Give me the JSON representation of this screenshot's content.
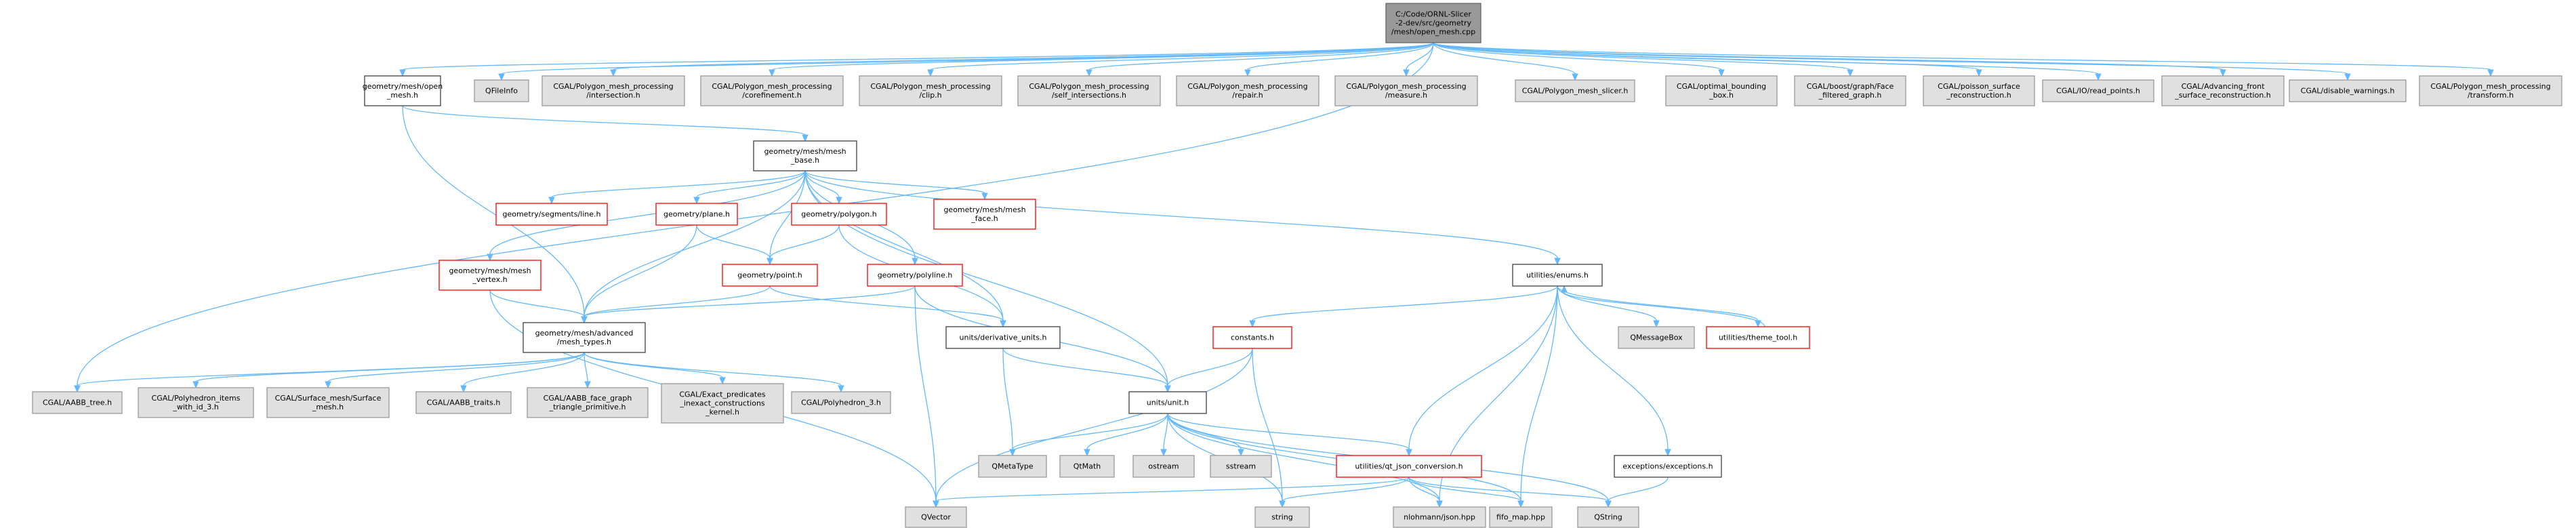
{
  "graph": {
    "nodes": [
      {
        "id": "root",
        "kind": "root",
        "lines": [
          "C:/Code/ORNL-Slicer",
          "-2-dev/src/geometry",
          "/mesh/open_mesh.cpp"
        ]
      },
      {
        "id": "open_mesh",
        "kind": "local",
        "lines": [
          "geometry/mesh/open",
          "_mesh.h"
        ]
      },
      {
        "id": "qfileinfo",
        "kind": "ext",
        "lines": [
          "QFileInfo"
        ]
      },
      {
        "id": "pmp_intersection",
        "kind": "ext",
        "lines": [
          "CGAL/Polygon_mesh_processing",
          "/intersection.h"
        ]
      },
      {
        "id": "pmp_corefinement",
        "kind": "ext",
        "lines": [
          "CGAL/Polygon_mesh_processing",
          "/corefinement.h"
        ]
      },
      {
        "id": "pmp_clip",
        "kind": "ext",
        "lines": [
          "CGAL/Polygon_mesh_processing",
          "/clip.h"
        ]
      },
      {
        "id": "pmp_selfint",
        "kind": "ext",
        "lines": [
          "CGAL/Polygon_mesh_processing",
          "/self_intersections.h"
        ]
      },
      {
        "id": "pmp_repair",
        "kind": "ext",
        "lines": [
          "CGAL/Polygon_mesh_processing",
          "/repair.h"
        ]
      },
      {
        "id": "pmp_measure",
        "kind": "ext",
        "lines": [
          "CGAL/Polygon_mesh_processing",
          "/measure.h"
        ]
      },
      {
        "id": "slicer",
        "kind": "ext",
        "lines": [
          "CGAL/Polygon_mesh_slicer.h"
        ]
      },
      {
        "id": "optimal_bb",
        "kind": "ext",
        "lines": [
          "CGAL/optimal_bounding",
          "_box.h"
        ]
      },
      {
        "id": "face_filtered",
        "kind": "ext",
        "lines": [
          "CGAL/boost/graph/Face",
          "_filtered_graph.h"
        ]
      },
      {
        "id": "poisson",
        "kind": "ext",
        "lines": [
          "CGAL/poisson_surface",
          "_reconstruction.h"
        ]
      },
      {
        "id": "read_points",
        "kind": "ext",
        "lines": [
          "CGAL/IO/read_points.h"
        ]
      },
      {
        "id": "advancing",
        "kind": "ext",
        "lines": [
          "CGAL/Advancing_front",
          "_surface_reconstruction.h"
        ]
      },
      {
        "id": "disable_warnings",
        "kind": "ext",
        "lines": [
          "CGAL/disable_warnings.h"
        ]
      },
      {
        "id": "pmp_transform",
        "kind": "ext",
        "lines": [
          "CGAL/Polygon_mesh_processing",
          "/transform.h"
        ]
      },
      {
        "id": "mesh_base",
        "kind": "local",
        "lines": [
          "geometry/mesh/mesh",
          "_base.h"
        ]
      },
      {
        "id": "segments_line",
        "kind": "red",
        "lines": [
          "geometry/segments/line.h"
        ]
      },
      {
        "id": "plane",
        "kind": "red",
        "lines": [
          "geometry/plane.h"
        ]
      },
      {
        "id": "polygon",
        "kind": "red",
        "lines": [
          "geometry/polygon.h"
        ]
      },
      {
        "id": "mesh_face",
        "kind": "red",
        "lines": [
          "geometry/mesh/mesh",
          "_face.h"
        ]
      },
      {
        "id": "mesh_vertex",
        "kind": "red",
        "lines": [
          "geometry/mesh/mesh",
          "_vertex.h"
        ]
      },
      {
        "id": "point",
        "kind": "red",
        "lines": [
          "geometry/point.h"
        ]
      },
      {
        "id": "polyline",
        "kind": "red",
        "lines": [
          "geometry/polyline.h"
        ]
      },
      {
        "id": "enums",
        "kind": "local",
        "lines": [
          "utilities/enums.h"
        ]
      },
      {
        "id": "advanced_mesh_types",
        "kind": "local",
        "lines": [
          "geometry/mesh/advanced",
          "/mesh_types.h"
        ]
      },
      {
        "id": "derivative_units",
        "kind": "local",
        "lines": [
          "units/derivative_units.h"
        ]
      },
      {
        "id": "constants",
        "kind": "red",
        "lines": [
          "constants.h"
        ]
      },
      {
        "id": "qmessagebox",
        "kind": "ext",
        "lines": [
          "QMessageBox"
        ]
      },
      {
        "id": "theme_tool",
        "kind": "red",
        "lines": [
          "utilities/theme_tool.h"
        ]
      },
      {
        "id": "aabb_tree",
        "kind": "ext",
        "lines": [
          "CGAL/AABB_tree.h"
        ]
      },
      {
        "id": "polyhedron_items",
        "kind": "ext",
        "lines": [
          "CGAL/Polyhedron_items",
          "_with_id_3.h"
        ]
      },
      {
        "id": "surface_mesh",
        "kind": "ext",
        "lines": [
          "CGAL/Surface_mesh/Surface",
          "_mesh.h"
        ]
      },
      {
        "id": "aabb_traits",
        "kind": "ext",
        "lines": [
          "CGAL/AABB_traits.h"
        ]
      },
      {
        "id": "aabb_face_graph",
        "kind": "ext",
        "lines": [
          "CGAL/AABB_face_graph",
          "_triangle_primitive.h"
        ]
      },
      {
        "id": "exact_predicates",
        "kind": "ext",
        "lines": [
          "CGAL/Exact_predicates",
          "_inexact_constructions",
          "_kernel.h"
        ]
      },
      {
        "id": "polyhedron_3",
        "kind": "ext",
        "lines": [
          "CGAL/Polyhedron_3.h"
        ]
      },
      {
        "id": "unit",
        "kind": "local",
        "lines": [
          "units/unit.h"
        ]
      },
      {
        "id": "qmetatype",
        "kind": "ext",
        "lines": [
          "QMetaType"
        ]
      },
      {
        "id": "qtmath",
        "kind": "ext",
        "lines": [
          "QtMath"
        ]
      },
      {
        "id": "ostream",
        "kind": "ext",
        "lines": [
          "ostream"
        ]
      },
      {
        "id": "sstream",
        "kind": "ext",
        "lines": [
          "sstream"
        ]
      },
      {
        "id": "qt_json",
        "kind": "red",
        "lines": [
          "utilities/qt_json_conversion.h"
        ]
      },
      {
        "id": "exceptions",
        "kind": "local",
        "lines": [
          "exceptions/exceptions.h"
        ]
      },
      {
        "id": "qvector",
        "kind": "ext",
        "lines": [
          "QVector"
        ]
      },
      {
        "id": "string",
        "kind": "ext",
        "lines": [
          "string"
        ]
      },
      {
        "id": "json_hpp",
        "kind": "ext",
        "lines": [
          "nlohmann/json.hpp"
        ]
      },
      {
        "id": "fifo_map",
        "kind": "ext",
        "lines": [
          "fifo_map.hpp"
        ]
      },
      {
        "id": "qstring",
        "kind": "ext",
        "lines": [
          "QString"
        ]
      }
    ],
    "edges": [
      [
        "root",
        "open_mesh"
      ],
      [
        "root",
        "qfileinfo"
      ],
      [
        "root",
        "pmp_intersection"
      ],
      [
        "root",
        "pmp_corefinement"
      ],
      [
        "root",
        "pmp_clip"
      ],
      [
        "root",
        "pmp_selfint"
      ],
      [
        "root",
        "pmp_repair"
      ],
      [
        "root",
        "pmp_measure"
      ],
      [
        "root",
        "slicer"
      ],
      [
        "root",
        "optimal_bb"
      ],
      [
        "root",
        "face_filtered"
      ],
      [
        "root",
        "poisson"
      ],
      [
        "root",
        "read_points"
      ],
      [
        "root",
        "advancing"
      ],
      [
        "root",
        "disable_warnings"
      ],
      [
        "root",
        "pmp_transform"
      ],
      [
        "root",
        "aabb_tree"
      ],
      [
        "open_mesh",
        "mesh_base"
      ],
      [
        "open_mesh",
        "advanced_mesh_types"
      ],
      [
        "mesh_base",
        "segments_line"
      ],
      [
        "mesh_base",
        "plane"
      ],
      [
        "mesh_base",
        "polygon"
      ],
      [
        "mesh_base",
        "mesh_face"
      ],
      [
        "mesh_base",
        "mesh_vertex"
      ],
      [
        "mesh_base",
        "point"
      ],
      [
        "mesh_base",
        "polyline"
      ],
      [
        "mesh_base",
        "enums"
      ],
      [
        "mesh_base",
        "advanced_mesh_types"
      ],
      [
        "mesh_base",
        "derivative_units"
      ],
      [
        "mesh_base",
        "unit"
      ],
      [
        "plane",
        "point"
      ],
      [
        "plane",
        "advanced_mesh_types"
      ],
      [
        "polygon",
        "point"
      ],
      [
        "polygon",
        "derivative_units"
      ],
      [
        "mesh_vertex",
        "advanced_mesh_types"
      ],
      [
        "mesh_vertex",
        "qvector"
      ],
      [
        "point",
        "advanced_mesh_types"
      ],
      [
        "point",
        "derivative_units"
      ],
      [
        "polyline",
        "advanced_mesh_types"
      ],
      [
        "polyline",
        "unit"
      ],
      [
        "polyline",
        "qvector"
      ],
      [
        "advanced_mesh_types",
        "aabb_tree"
      ],
      [
        "advanced_mesh_types",
        "polyhedron_items"
      ],
      [
        "advanced_mesh_types",
        "surface_mesh"
      ],
      [
        "advanced_mesh_types",
        "aabb_traits"
      ],
      [
        "advanced_mesh_types",
        "aabb_face_graph"
      ],
      [
        "advanced_mesh_types",
        "exact_predicates"
      ],
      [
        "advanced_mesh_types",
        "polyhedron_3"
      ],
      [
        "derivative_units",
        "unit"
      ],
      [
        "derivative_units",
        "qmetatype"
      ],
      [
        "enums",
        "constants"
      ],
      [
        "enums",
        "qmessagebox"
      ],
      [
        "enums",
        "theme_tool"
      ],
      [
        "enums",
        "qt_json"
      ],
      [
        "enums",
        "exceptions"
      ],
      [
        "enums",
        "json_hpp"
      ],
      [
        "enums",
        "fifo_map"
      ],
      [
        "theme_tool",
        "enums"
      ],
      [
        "constants",
        "unit"
      ],
      [
        "constants",
        "qvector"
      ],
      [
        "constants",
        "string"
      ],
      [
        "unit",
        "qmetatype"
      ],
      [
        "unit",
        "qtmath"
      ],
      [
        "unit",
        "ostream"
      ],
      [
        "unit",
        "sstream"
      ],
      [
        "unit",
        "qt_json"
      ],
      [
        "unit",
        "string"
      ],
      [
        "unit",
        "json_hpp"
      ],
      [
        "unit",
        "fifo_map"
      ],
      [
        "unit",
        "qstring"
      ],
      [
        "qt_json",
        "qvector"
      ],
      [
        "qt_json",
        "string"
      ],
      [
        "qt_json",
        "json_hpp"
      ],
      [
        "qt_json",
        "fifo_map"
      ],
      [
        "qt_json",
        "qstring"
      ],
      [
        "exceptions",
        "qstring"
      ]
    ]
  }
}
